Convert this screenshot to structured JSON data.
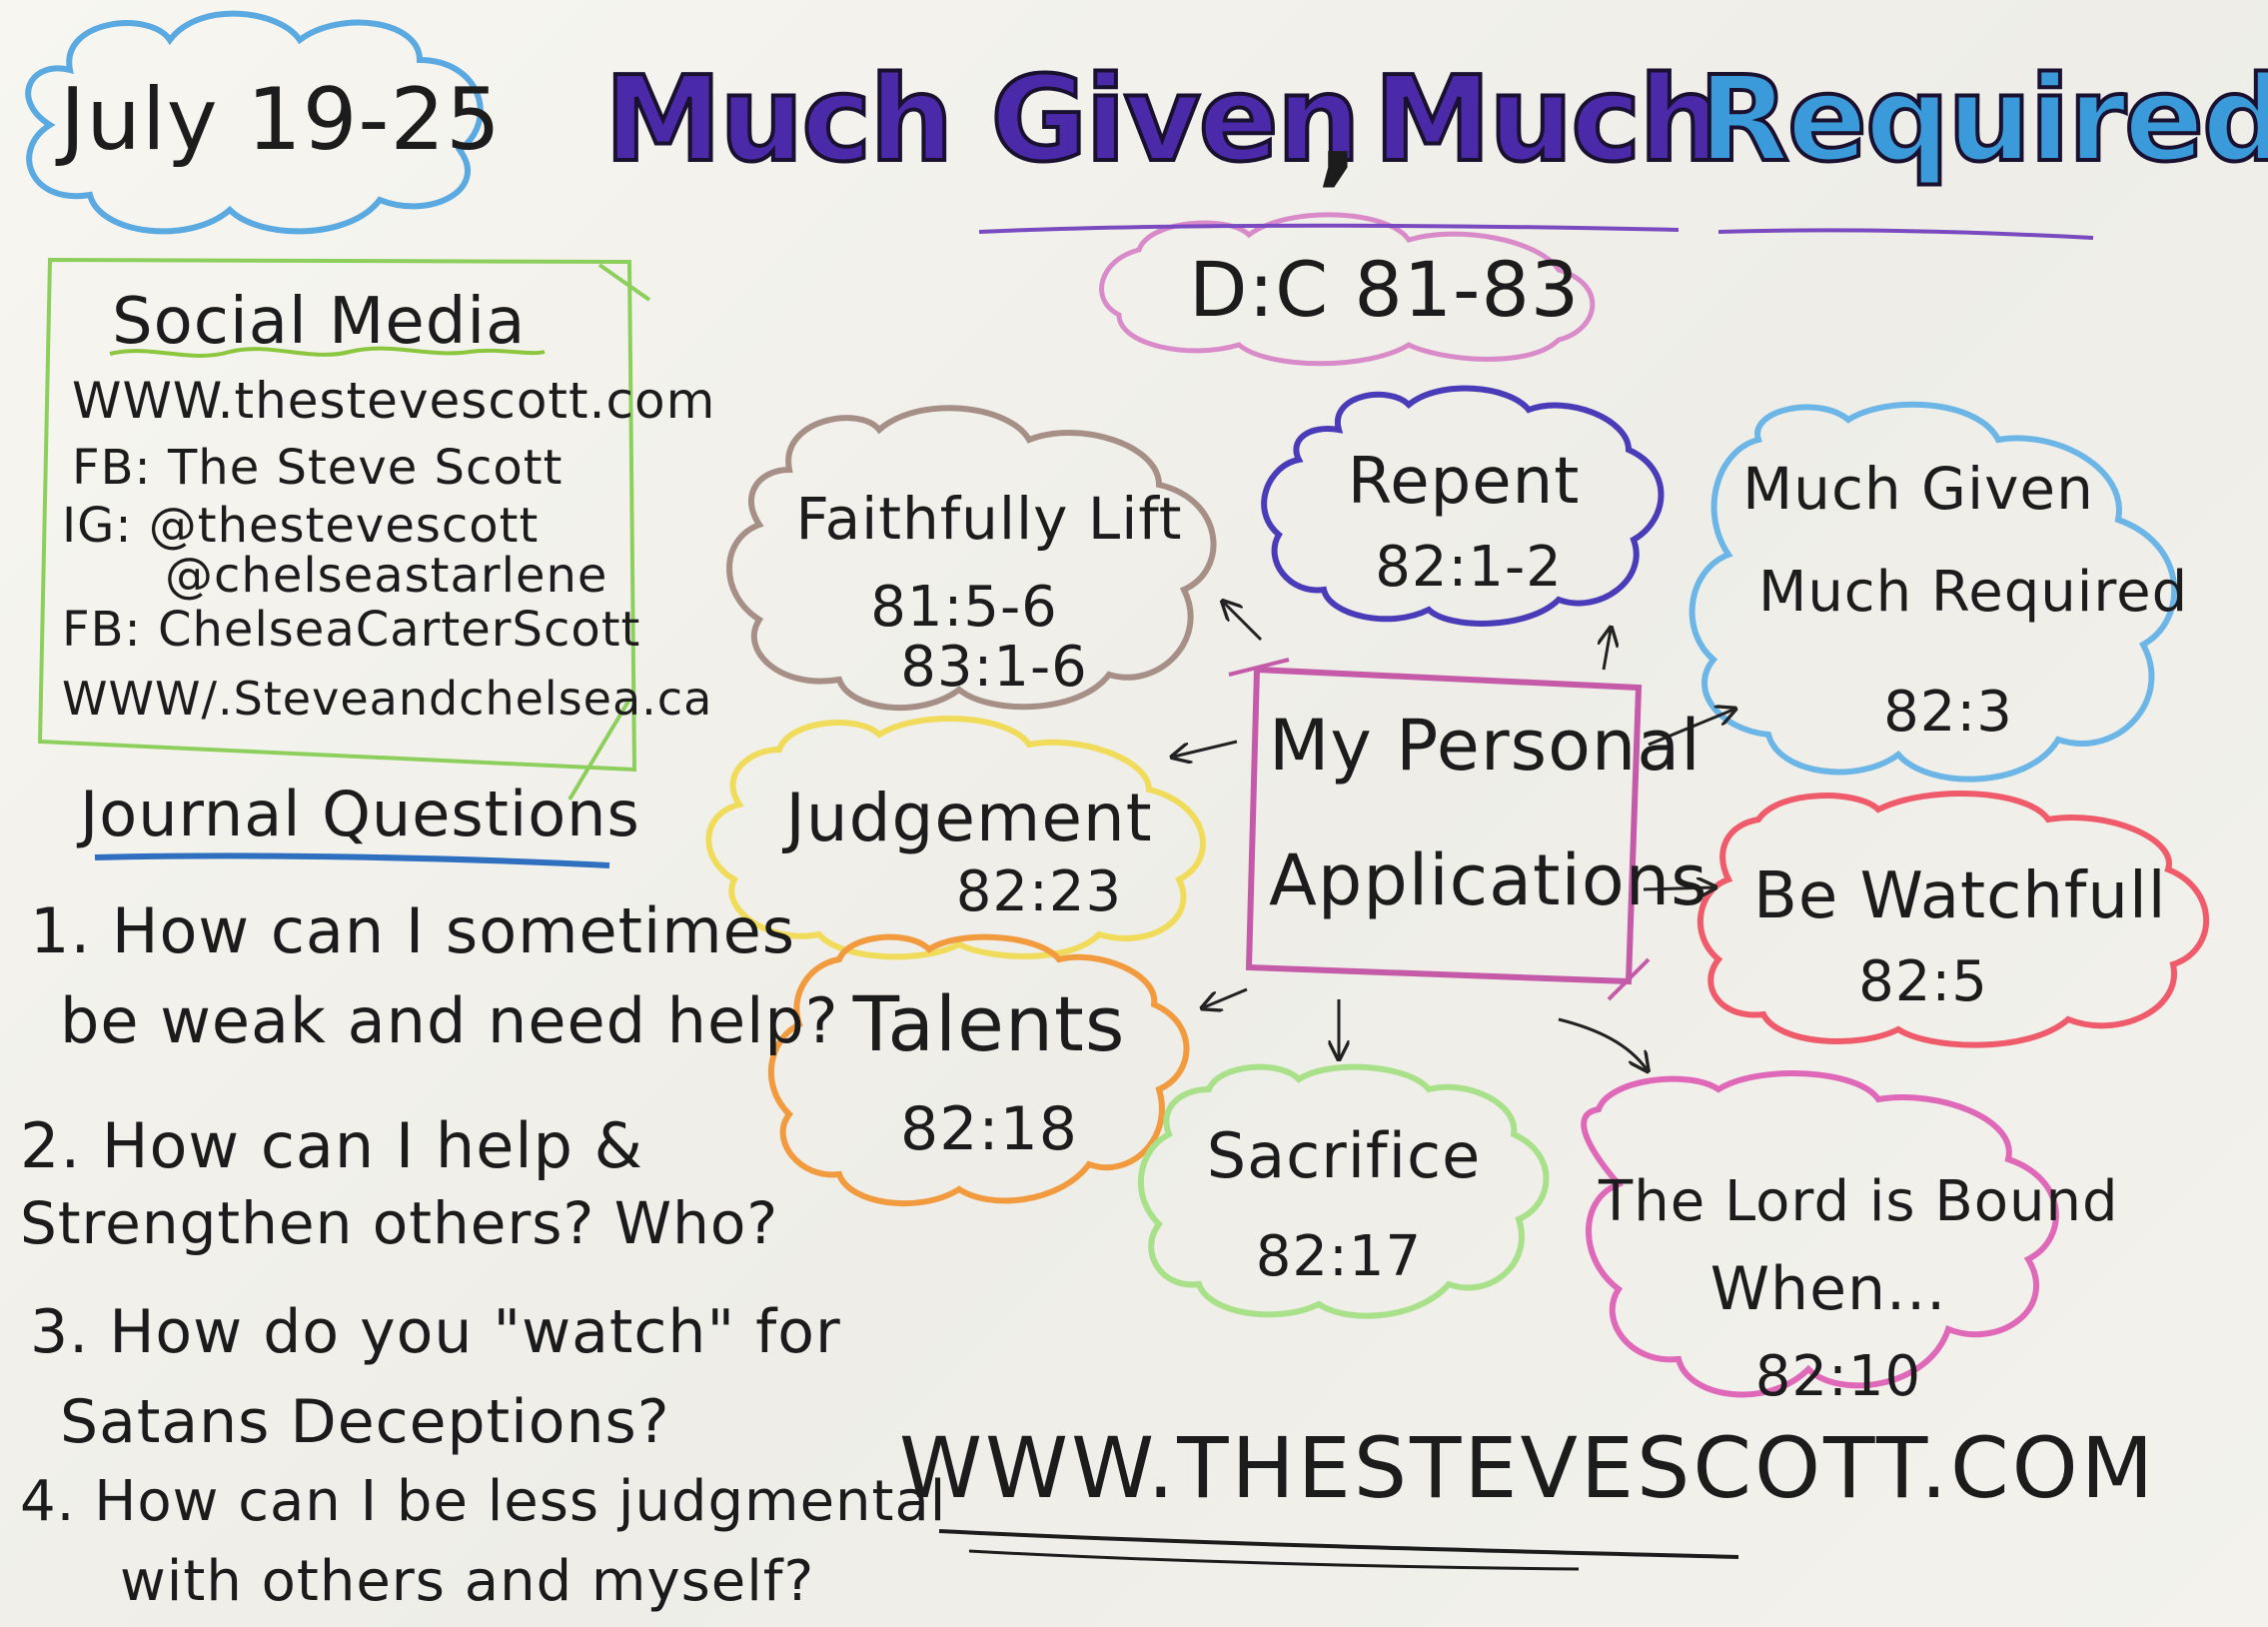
{
  "date_label": "July 19-25",
  "title": {
    "part1": "Much Given",
    "separator": ",",
    "part2_a": "Much",
    "part2_b": "Required"
  },
  "reference": "D:C 81-83",
  "social_media": {
    "heading": "Social Media",
    "lines": [
      "WWW.thestevescott.com",
      "FB: The Steve Scott",
      "IG: @thestevescott",
      "@chelseastarlene",
      "FB: ChelseaCarterScott",
      "WWW/.Steveandchelsea.ca"
    ]
  },
  "journal": {
    "heading": "Journal Questions",
    "questions": [
      {
        "line1": "1. How can I sometimes",
        "line2": "be weak and need help?"
      },
      {
        "line1": "2. How can I help &",
        "line2": "Strengthen others? Who?"
      },
      {
        "line1": "3. How do you \"watch\" for",
        "line2": "Satans Deceptions?"
      },
      {
        "line1": "4. How can I be less judgmental",
        "line2": "with others and myself?"
      }
    ]
  },
  "center": {
    "line1": "My Personal",
    "line2": "Applications"
  },
  "bubbles": {
    "faithfully": {
      "label": "Faithfully Lift",
      "refs": [
        "81:5-6",
        "83:1-6"
      ]
    },
    "repent": {
      "label": "Repent",
      "refs": [
        "82:1-2"
      ]
    },
    "much_given": {
      "label_line1": "Much Given",
      "label_line2": "Much Required",
      "refs": [
        "82:3"
      ]
    },
    "judgement": {
      "label": "Judgement",
      "refs": [
        "82:23"
      ]
    },
    "be_watchfull": {
      "label": "Be Watchfull",
      "refs": [
        "82:5"
      ]
    },
    "talents": {
      "label": "Talents",
      "refs": [
        "82:18"
      ]
    },
    "sacrifice": {
      "label": "Sacrifice",
      "refs": [
        "82:17"
      ]
    },
    "lord_bound": {
      "label_line1": "The Lord is Bound",
      "label_line2": "When...",
      "refs": [
        "82:10"
      ]
    }
  },
  "website": "WWW.THESTEVESCOTT.COM",
  "colors": {
    "date_cloud": "#5aa9e0",
    "title_purple": "#4a2aa8",
    "title_blue": "#3b9ad9",
    "reference_cloud": "#d98ac8",
    "social_box": "#8ccf5c",
    "journal_underline": "#2f6fc0",
    "center_box": "#c45aa8",
    "faithfully": "#a58f86",
    "repent": "#4a3bb8",
    "much_given": "#6bb6e6",
    "judgement": "#f0dc5a",
    "be_watchfull": "#ef5b6a",
    "talents": "#f29a3e",
    "sacrifice": "#a9e08a",
    "lord_bound": "#e068b8"
  }
}
